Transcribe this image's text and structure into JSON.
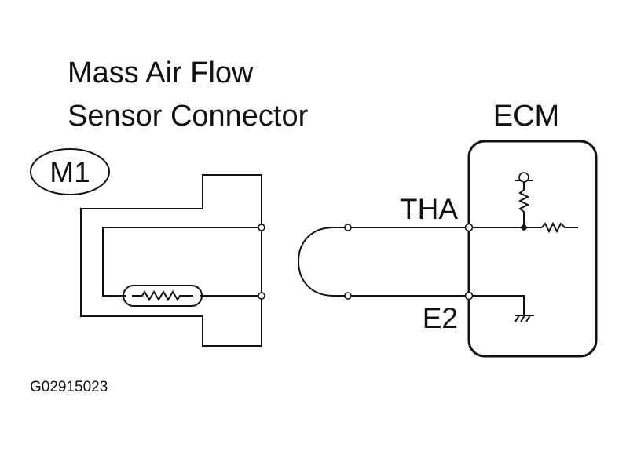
{
  "title_line1": "Mass Air Flow",
  "title_line2": "Sensor Connector",
  "connector_code": "M1",
  "ecm_label": "ECM",
  "pin_tha": "THA",
  "pin_e2": "E2",
  "figure_id": "G02915023"
}
